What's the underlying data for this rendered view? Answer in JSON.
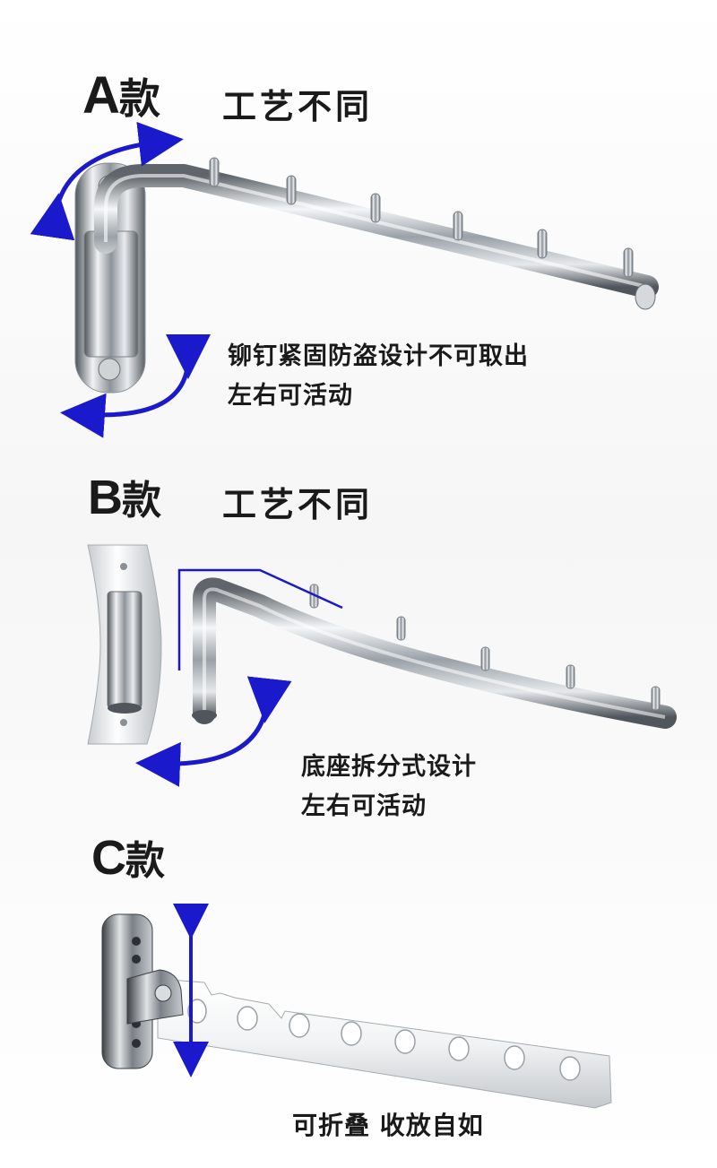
{
  "sections": [
    {
      "id": "a",
      "letter": "A",
      "kuan": "款",
      "subtitle": "工艺不同",
      "desc": [
        "铆钉紧固防盗设计不可取出",
        "左右可活动"
      ]
    },
    {
      "id": "b",
      "letter": "B",
      "kuan": "款",
      "subtitle": "工艺不同",
      "desc": [
        "底座拆分式设计",
        "左右可活动"
      ]
    },
    {
      "id": "c",
      "letter": "C",
      "kuan": "款",
      "desc": [
        "可折叠 收放自如"
      ]
    }
  ],
  "colors": {
    "arrow": "#1a1acc",
    "text": "#1a1a1a",
    "chrome_dark": "#6d7378",
    "chrome_light": "#f4f6f8"
  },
  "icons": [
    "rotate-arrow-icon",
    "vertical-arrow-icon"
  ]
}
